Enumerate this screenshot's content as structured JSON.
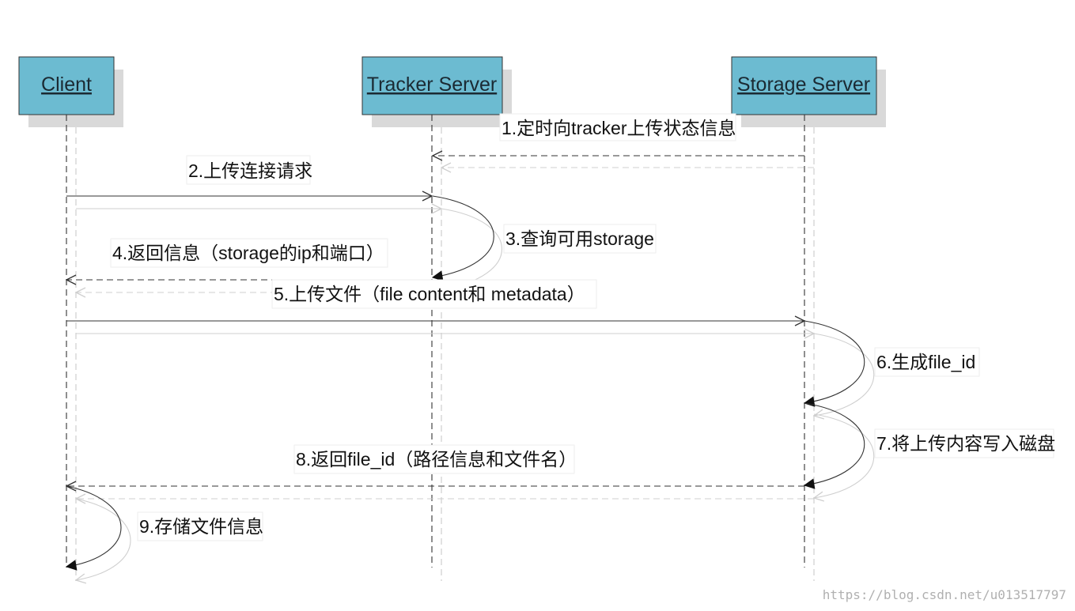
{
  "colors": {
    "lane_box": "#6cbbd1",
    "lane_shadow": "#d9d9d9",
    "line": "#333333",
    "shadow_line": "#cfcfcf",
    "text": "#111111"
  },
  "lifelines": [
    {
      "id": "client",
      "label": "Client"
    },
    {
      "id": "tracker",
      "label": "Tracker Server"
    },
    {
      "id": "storage",
      "label": "Storage Server"
    }
  ],
  "messages": [
    {
      "id": "m1",
      "label": "1.定时向tracker上传状态信息",
      "from": "storage",
      "to": "tracker",
      "style": "dashed"
    },
    {
      "id": "m2",
      "label": "2.上传连接请求",
      "from": "client",
      "to": "tracker",
      "style": "solid"
    },
    {
      "id": "m3",
      "label": "3.查询可用storage",
      "from": "tracker",
      "to": "tracker",
      "style": "self"
    },
    {
      "id": "m4",
      "label": "4.返回信息（storage的ip和端口）",
      "from": "tracker",
      "to": "client",
      "style": "dashed"
    },
    {
      "id": "m5",
      "label": "5.上传文件（file content和 metadata）",
      "from": "client",
      "to": "storage",
      "style": "solid"
    },
    {
      "id": "m6",
      "label": "6.生成file_id",
      "from": "storage",
      "to": "storage",
      "style": "self"
    },
    {
      "id": "m7",
      "label": "7.将上传内容写入磁盘",
      "from": "storage",
      "to": "storage",
      "style": "self"
    },
    {
      "id": "m8",
      "label": "8.返回file_id（路径信息和文件名）",
      "from": "storage",
      "to": "client",
      "style": "dashed"
    },
    {
      "id": "m9",
      "label": "9.存储文件信息",
      "from": "client",
      "to": "client",
      "style": "self"
    }
  ],
  "watermark": "https://blog.csdn.net/u013517797"
}
